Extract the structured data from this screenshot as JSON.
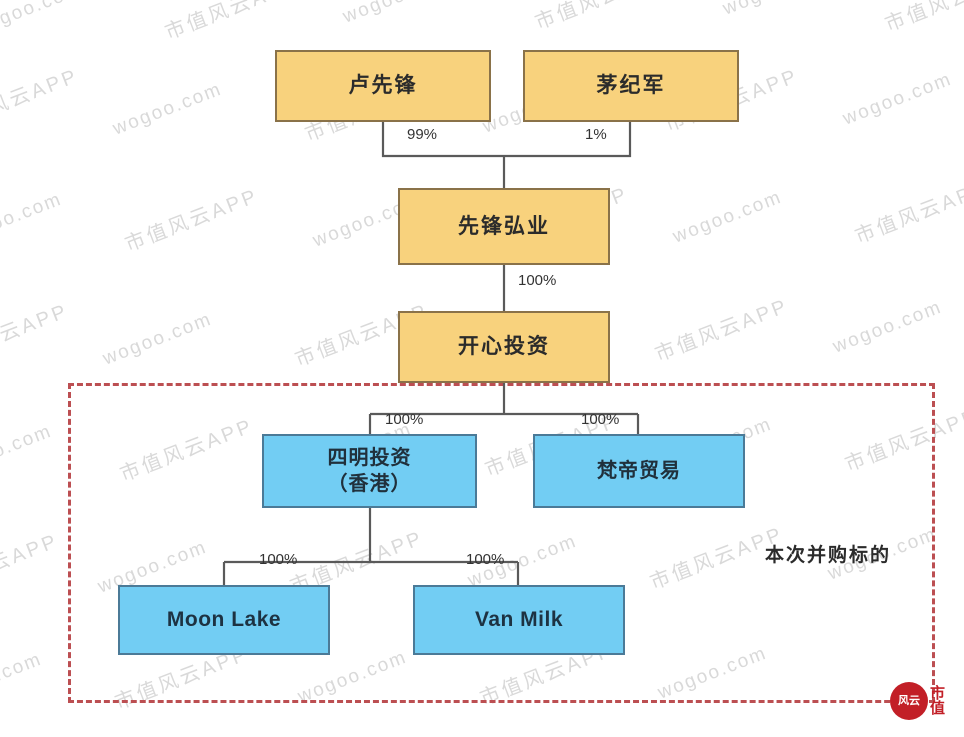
{
  "diagram": {
    "title_text": "",
    "colors": {
      "orange_fill": "#f8d27d",
      "orange_border": "#8a7249",
      "blue_fill": "#72cdf3",
      "blue_border": "#4b7a97",
      "line": "#5a5a5a",
      "acquisition_border": "#bc4f52",
      "watermark": "#d9d9d9",
      "logo": "#c21f27"
    },
    "nodes": [
      {
        "id": "lu_xianfeng",
        "label": "卢先锋",
        "type": "person-entity",
        "style": "orange",
        "level": 1
      },
      {
        "id": "mao_jijun",
        "label": "茅纪军",
        "type": "person-entity",
        "style": "orange",
        "level": 1
      },
      {
        "id": "xianfeng_hy",
        "label": "先锋弘业",
        "type": "company",
        "style": "orange",
        "level": 2
      },
      {
        "id": "kaixin_tz",
        "label": "开心投资",
        "type": "company",
        "style": "orange",
        "level": 3
      },
      {
        "id": "siming_hk_1",
        "label": "四明投资",
        "label2": "（香港）",
        "type": "company",
        "style": "blue",
        "level": 4
      },
      {
        "id": "fandi_my",
        "label": "梵帝贸易",
        "type": "company",
        "style": "blue",
        "level": 4
      },
      {
        "id": "moon_lake",
        "label": "Moon Lake",
        "type": "company",
        "style": "blue",
        "level": 5
      },
      {
        "id": "van_milk",
        "label": "Van Milk",
        "type": "company",
        "style": "blue",
        "level": 5
      }
    ],
    "edges": [
      {
        "from": "lu_xianfeng",
        "to": "xianfeng_hy",
        "label": "99%"
      },
      {
        "from": "mao_jijun",
        "to": "xianfeng_hy",
        "label": "1%"
      },
      {
        "from": "xianfeng_hy",
        "to": "kaixin_tz",
        "label": "100%"
      },
      {
        "from": "kaixin_tz",
        "to": "siming_hk_1",
        "label": "100%"
      },
      {
        "from": "kaixin_tz",
        "to": "fandi_my",
        "label": "100%"
      },
      {
        "from": "siming_hk_1",
        "to": "moon_lake",
        "label": "100%"
      },
      {
        "from": "siming_hk_1",
        "to": "van_milk",
        "label": "100%"
      }
    ],
    "annotation": {
      "acquisition_target_label": "本次并购标的"
    }
  },
  "watermark": {
    "text_cn": "市值风云APP",
    "text_en": "wogoo.com"
  },
  "logo": {
    "seal_line1": "风",
    "seal_line2": "云",
    "word_line1": "市",
    "word_line2": "值"
  }
}
